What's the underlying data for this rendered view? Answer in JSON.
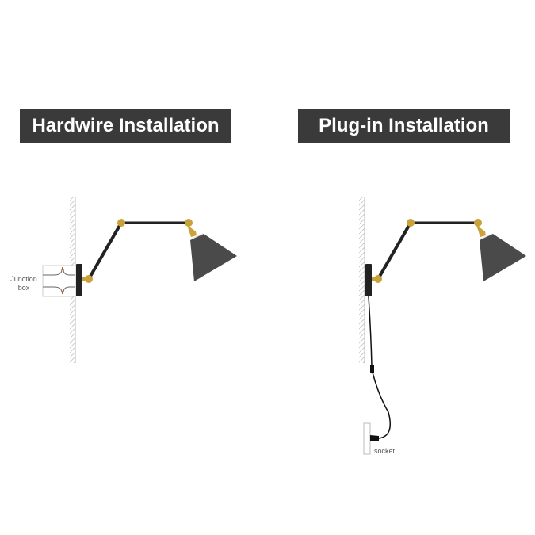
{
  "panels": [
    {
      "title": "Hardwire Installation",
      "label": "Junction box",
      "label_lines": [
        "Junction",
        "box"
      ]
    },
    {
      "title": "Plug-in Installation",
      "label": "socket"
    }
  ],
  "colors": {
    "title_bg": "#3a3a3a",
    "brass": "#c9a23a",
    "shade": "#4a4a4a",
    "arm": "#222222"
  }
}
